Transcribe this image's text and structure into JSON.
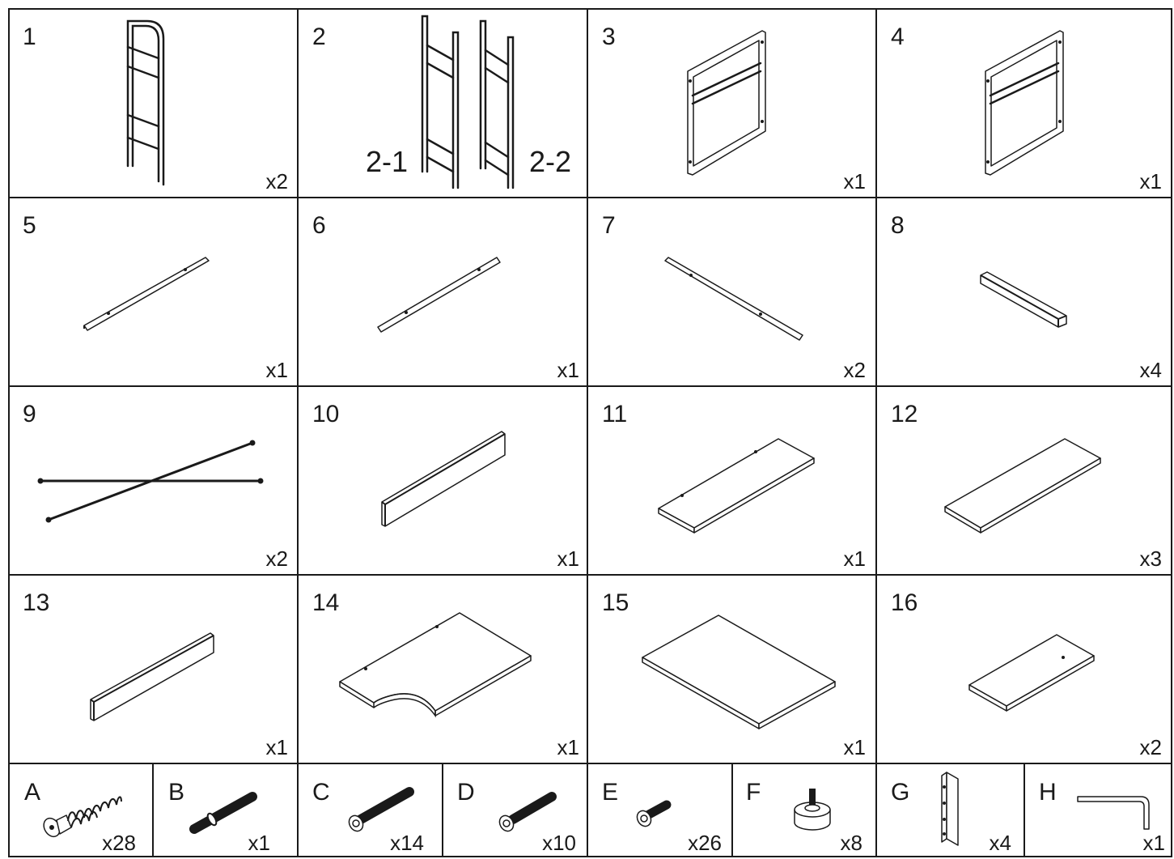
{
  "panels": [
    {
      "id": "1",
      "qty": "x2"
    },
    {
      "id": "2",
      "qty": "",
      "sub_left": "2-1",
      "sub_right": "2-2"
    },
    {
      "id": "3",
      "qty": "x1"
    },
    {
      "id": "4",
      "qty": "x1"
    },
    {
      "id": "5",
      "qty": "x1"
    },
    {
      "id": "6",
      "qty": "x1"
    },
    {
      "id": "7",
      "qty": "x2"
    },
    {
      "id": "8",
      "qty": "x4"
    },
    {
      "id": "9",
      "qty": "x2"
    },
    {
      "id": "10",
      "qty": "x1"
    },
    {
      "id": "11",
      "qty": "x1"
    },
    {
      "id": "12",
      "qty": "x3"
    },
    {
      "id": "13",
      "qty": "x1"
    },
    {
      "id": "14",
      "qty": "x1"
    },
    {
      "id": "15",
      "qty": "x1"
    },
    {
      "id": "16",
      "qty": "x2"
    }
  ],
  "hardware": [
    {
      "id": "A",
      "qty": "x28"
    },
    {
      "id": "B",
      "qty": "x1"
    },
    {
      "id": "C",
      "qty": "x14"
    },
    {
      "id": "D",
      "qty": "x10"
    },
    {
      "id": "E",
      "qty": "x26"
    },
    {
      "id": "F",
      "qty": "x8"
    },
    {
      "id": "G",
      "qty": "x4"
    },
    {
      "id": "H",
      "qty": "x1"
    }
  ],
  "colors": {
    "line": "#1a1a1a",
    "background": "#ffffff"
  }
}
